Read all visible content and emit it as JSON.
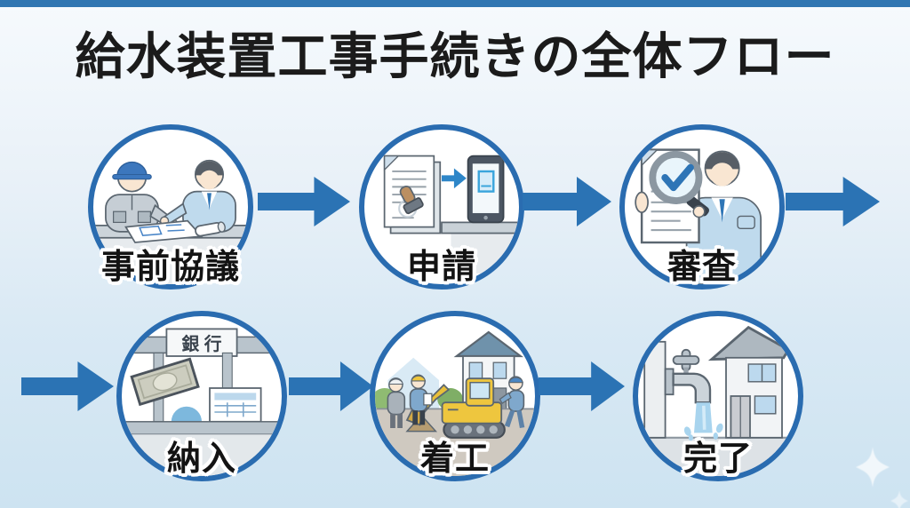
{
  "page": {
    "title": "給水装置工事手続きの全体フロー"
  },
  "flow": {
    "steps": [
      {
        "row": 1,
        "order": 1,
        "label": "事前協議",
        "icon": "prior-consultation-icon"
      },
      {
        "row": 1,
        "order": 2,
        "label": "申請",
        "icon": "application-icon"
      },
      {
        "row": 1,
        "order": 3,
        "label": "審査",
        "icon": "review-icon"
      },
      {
        "row": 2,
        "order": 4,
        "label": "納入",
        "icon": "payment-icon"
      },
      {
        "row": 2,
        "order": 5,
        "label": "着工",
        "icon": "construction-start-icon"
      },
      {
        "row": 2,
        "order": 6,
        "label": "完了",
        "icon": "completion-icon"
      }
    ]
  },
  "icons": {
    "bank_sign": "銀 行"
  },
  "colors": {
    "arrow_blue": "#2b73b4",
    "circle_border": "#2a6cb0",
    "top_bar": "#3076b2",
    "background_top": "#f6fafd",
    "background_bottom": "#cde3f1",
    "title_text": "#1b1b1b",
    "label_text": "#131313"
  }
}
